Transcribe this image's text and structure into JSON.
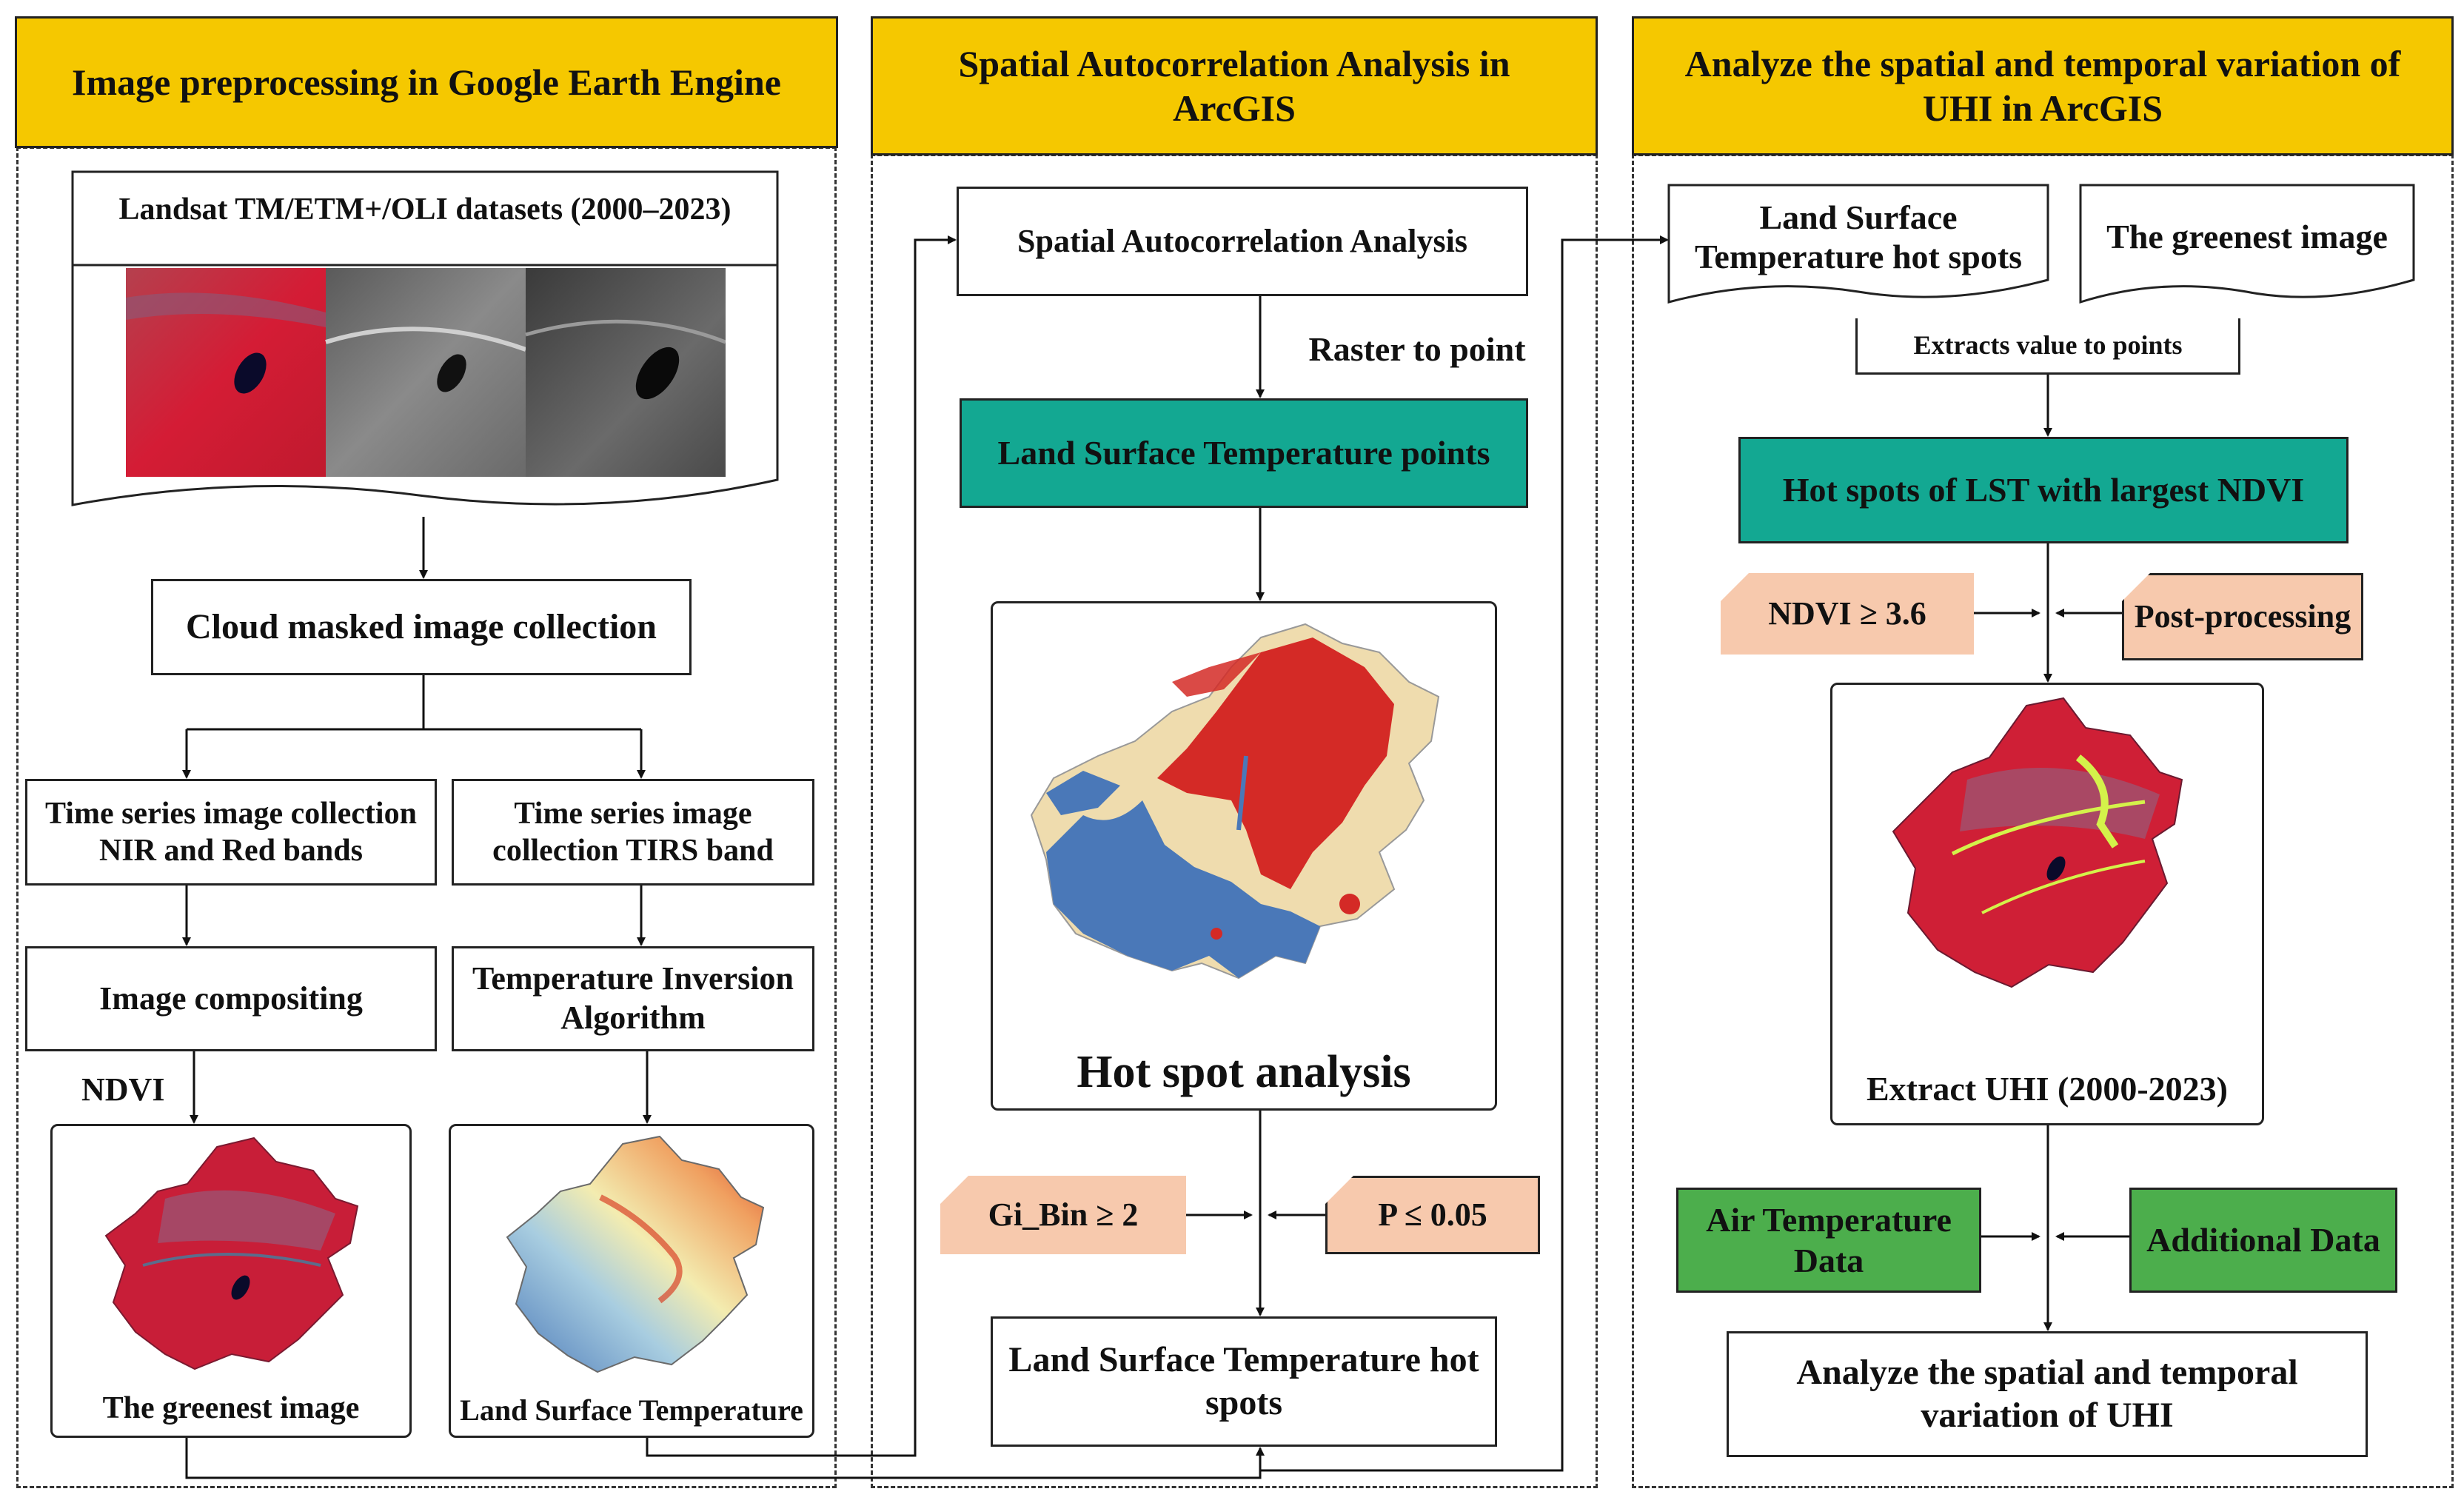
{
  "headers": [
    "Image preprocessing in Google Earth Engine",
    "Spatial Autocorrelation Analysis in ArcGIS",
    "Analyze the spatial and temporal variation of UHI in ArcGIS"
  ],
  "col1": {
    "landsat": "Landsat TM/ETM+/OLI datasets (2000–2023)",
    "cloud": "Cloud masked image collection",
    "ts_nir": "Time series image collection NIR and Red bands",
    "ts_tirs": "Time series image collection TIRS band",
    "compositing": "Image compositing",
    "temp_inv": "Temperature Inversion Algorithm",
    "ndvi_label": "NDVI",
    "greenest": "The greenest image",
    "lst": "Land Surface Temperature"
  },
  "col2": {
    "sa": "Spatial Autocorrelation Analysis",
    "raster": "Raster to point",
    "lst_points": "Land Surface Temperature points",
    "hotspot_caption": "Hot spot analysis",
    "gi_bin": "Gi_Bin ≥ 2",
    "p_val": "P ≤ 0.05",
    "lst_hot": "Land Surface Temperature hot spots"
  },
  "col3": {
    "lst_hot": "Land Surface Temperature hot spots",
    "greenest": "The greenest image",
    "extract_vals": "Extracts value to points",
    "hot_ndvi": "Hot spots of LST with largest NDVI",
    "ndvi_thr": "NDVI ≥ 3.6",
    "post": "Post-processing",
    "extract_uhi": "Extract UHI (2000-2023)",
    "air_temp": "Air Temperature Data",
    "additional": "Additional Data",
    "analyze": "Analyze the spatial and temporal variation of UHI"
  },
  "colors": {
    "header": "#f5c800",
    "teal": "#13a892",
    "green": "#4cae4c",
    "peach": "#f7c9ad",
    "hot": "#d42a26",
    "cold": "#4a78b8",
    "neutral": "#efdcae",
    "vegetation": "#cf1f36",
    "highlight": "#d4f24a"
  }
}
